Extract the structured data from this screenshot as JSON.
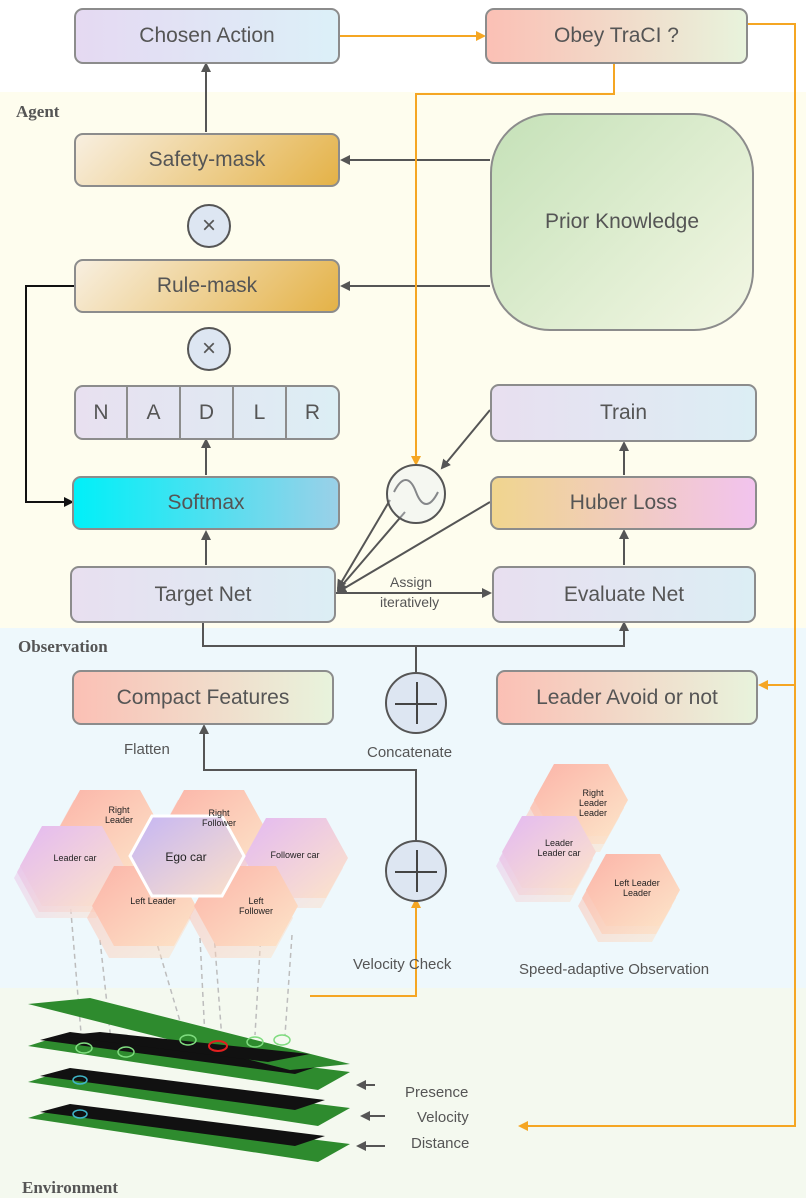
{
  "regions": {
    "agent": "Agent",
    "observation": "Observation",
    "environment": "Environment"
  },
  "top": {
    "chosen_action": "Chosen Action",
    "obey_traci": "Obey TraCI ?"
  },
  "agent": {
    "safety_mask": "Safety-mask",
    "rule_mask": "Rule-mask",
    "prior_knowledge": "Prior Knowledge",
    "actions": [
      "N",
      "A",
      "D",
      "L",
      "R"
    ],
    "softmax": "Softmax",
    "train": "Train",
    "huber_loss": "Huber Loss",
    "target_net": "Target Net",
    "evaluate_net": "Evaluate Net",
    "assign_line1": "Assign",
    "assign_line2": "iteratively",
    "multiply_symbol": "×"
  },
  "observation": {
    "compact_features": "Compact Features",
    "leader_avoid": "Leader Avoid or not",
    "flatten": "Flatten",
    "concatenate": "Concatenate",
    "velocity_check": "Velocity Check",
    "speed_adaptive": "Speed-adaptive Observation",
    "hexes": {
      "right_leader": "Right Leader",
      "right_follower": "Right Follower",
      "leader_car": "Leader car",
      "ego_car": "Ego car",
      "follower_car": "Follower car",
      "left_leader": "Left Leader",
      "left_follower": "Left Follower"
    },
    "hexes_right": {
      "right_leader_leader": "Right Leader Leader",
      "leader_leader_car": "Leader Leader car",
      "left_leader_leader": "Left Leader Leader"
    }
  },
  "environment": {
    "presence": "Presence",
    "velocity": "Velocity",
    "distance": "Distance"
  },
  "colors": {
    "orange_arrow": "#f5a623",
    "dark_arrow": "#555555",
    "agent_bg": "#fefdee",
    "observation_bg": "#eef8fc",
    "environment_bg": "#f4f9ef"
  }
}
